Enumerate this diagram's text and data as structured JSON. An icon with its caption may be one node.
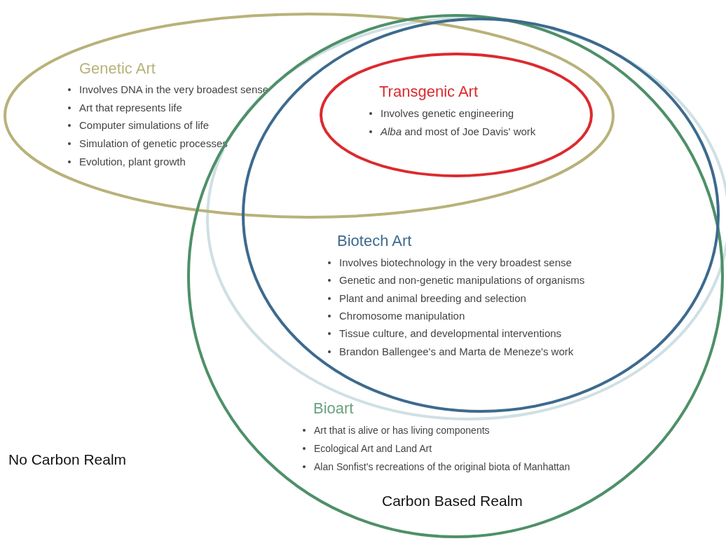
{
  "diagram": {
    "nodes": [
      {
        "text": [
          "Genetic Art",
          "Involves DNA in the very broadest sense",
          "Art that represents life",
          "Computer simulations of life",
          "Simulation of genetic processes",
          "Evolution, plant growth"
        ]
      },
      {
        "text": [
          "Bioart",
          "Art that is alive or has living components",
          "Ecological Art and Land Art",
          "Alan Sonfist's recreations of the original biota of Manhattan"
        ]
      },
      {
        "text": [
          "Biotech Art",
          "Involves biotechnology in the very broadest sense",
          "Genetic and non-genetic manipulations of organisms",
          "Plant and animal breeding and selection",
          "Chromosome manipulation",
          "Tissue culture, and developmental interventions",
          "Brandon Ballengee's and Marta de Meneze's work"
        ],
        "in": 1
      },
      {
        "text": [
          "Transgenic Art",
          "Involves genetic engineering",
          "*Alba* and most of Joe Davis' work"
        ]
      }
    ],
    "labels": [
      "No Carbon Realm",
      "Carbon Based Realm"
    ]
  }
}
